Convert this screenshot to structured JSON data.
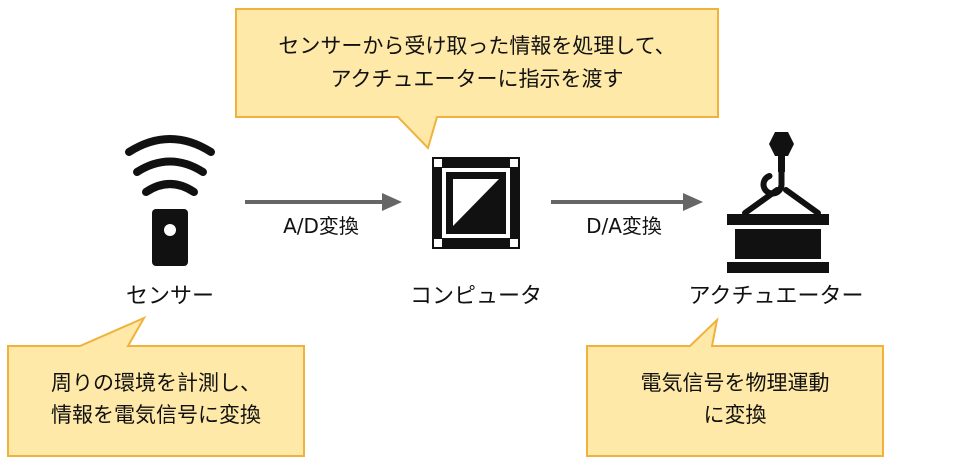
{
  "colors": {
    "callout_fill": "#FFE9A8",
    "callout_stroke": "#F0B23C",
    "icon": "#111111",
    "arrow": "#666666"
  },
  "callouts": {
    "top": {
      "line1": "センサーから受け取った情報を処理して、",
      "line2": "アクチュエーターに指示を渡す"
    },
    "left": {
      "line1": "周りの環境を計測し、",
      "line2": "情報を電気信号に変換"
    },
    "right": {
      "line1": "電気信号を物理運動",
      "line2": "に変換"
    }
  },
  "nodes": {
    "sensor": {
      "label": "センサー",
      "icon": "wireless-sensor-icon"
    },
    "computer": {
      "label": "コンピュータ",
      "icon": "cpu-chip-icon"
    },
    "actuator": {
      "label": "アクチュエーター",
      "icon": "crane-hook-load-icon"
    }
  },
  "arrows": {
    "ad": {
      "label": "A/D変換"
    },
    "da": {
      "label": "D/A変換"
    }
  }
}
